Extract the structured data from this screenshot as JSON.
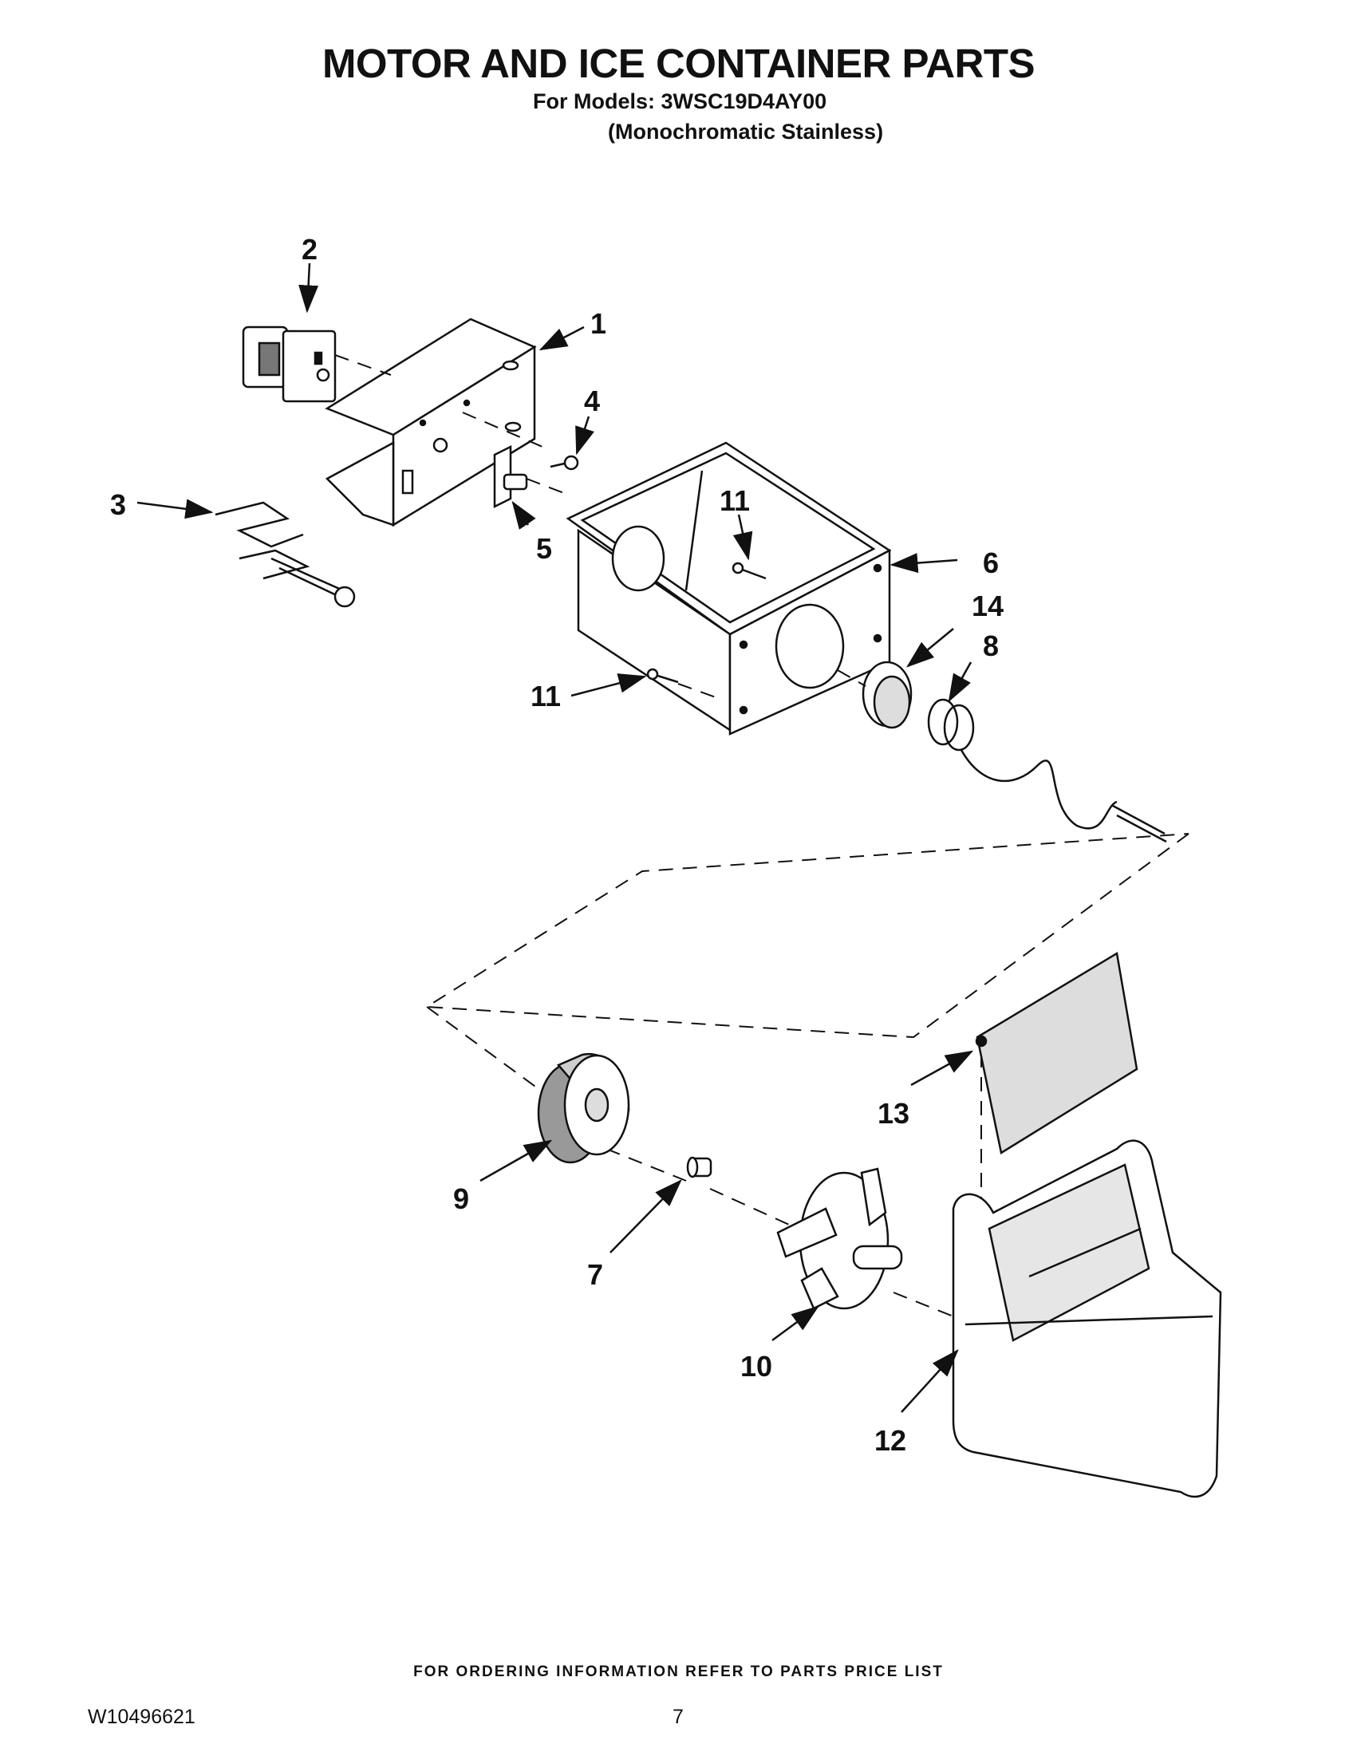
{
  "header": {
    "title": "MOTOR AND ICE CONTAINER PARTS",
    "models_line": "For Models: 3WSC19D4AY00",
    "variant_line": "(Monochromatic Stainless)"
  },
  "callouts": [
    "1",
    "2",
    "3",
    "4",
    "5",
    "6",
    "7",
    "8",
    "9",
    "10",
    "11",
    "11",
    "12",
    "13",
    "14"
  ],
  "footer": {
    "ordering_note": "FOR ORDERING INFORMATION REFER TO PARTS PRICE LIST",
    "document_number": "W10496621",
    "page_number": "7"
  }
}
